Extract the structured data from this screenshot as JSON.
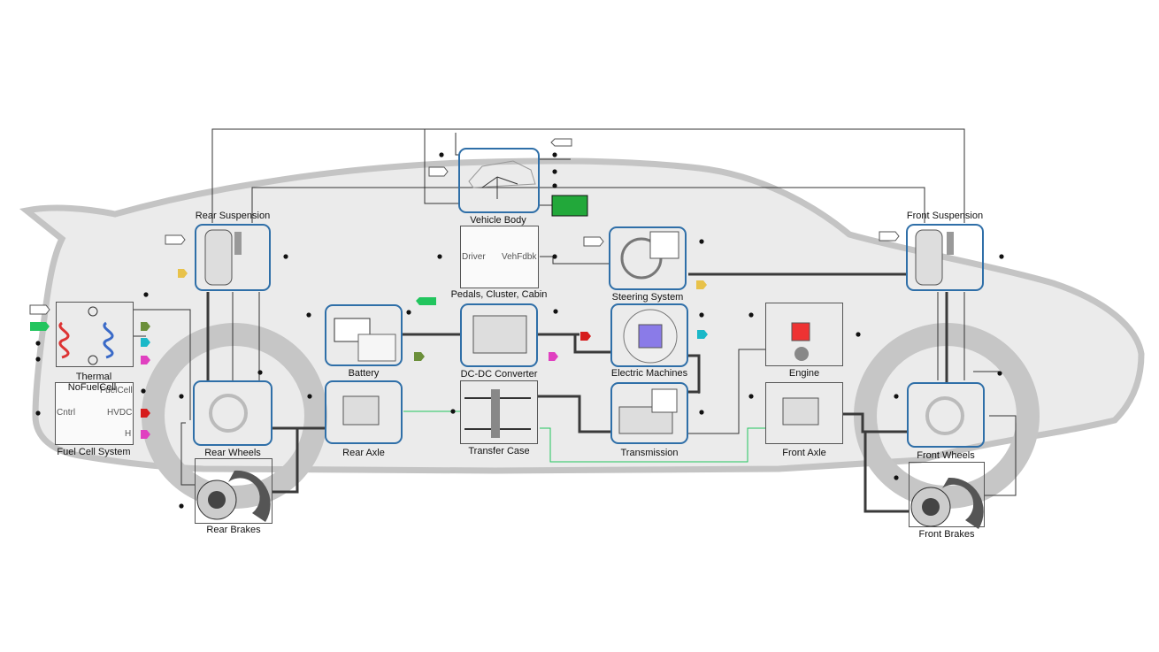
{
  "blocks": {
    "vehicle_body": "Vehicle Body",
    "rear_suspension": "Rear Suspension",
    "front_suspension": "Front Suspension",
    "pedals": "Pedals, Cluster, Cabin",
    "steering": "Steering System",
    "thermal": "Thermal",
    "thermal_variant": "NoFuelCell",
    "battery": "Battery",
    "dcdc": "DC-DC Converter",
    "electric_machines": "Electric Machines",
    "engine": "Engine",
    "fuel_cell": "Fuel Cell System",
    "rear_wheels": "Rear Wheels",
    "rear_axle": "Rear Axle",
    "transfer_case": "Transfer Case",
    "transmission": "Transmission",
    "front_axle": "Front Axle",
    "front_wheels": "Front Wheels",
    "rear_brakes": "Rear Brakes",
    "front_brakes": "Front Brakes"
  },
  "ports": {
    "driver": "Driver",
    "vehfdbk": "VehFdbk",
    "fuelcell": "FuelCell",
    "cntrl": "Cntrl",
    "hvdc": "HVDC",
    "h": "H"
  },
  "colors": {
    "block_border": "#2f6fa8",
    "car_body": "#ebebeb",
    "car_outline": "#c4c4c4",
    "tire": "#c6c6c6",
    "green_port": "#22c55e",
    "red_port": "#d61c1c",
    "cyan_port": "#1ab8c8",
    "magenta_port": "#e040c0",
    "olive_port": "#6b8f3a",
    "yellow_port": "#e8c24a"
  }
}
